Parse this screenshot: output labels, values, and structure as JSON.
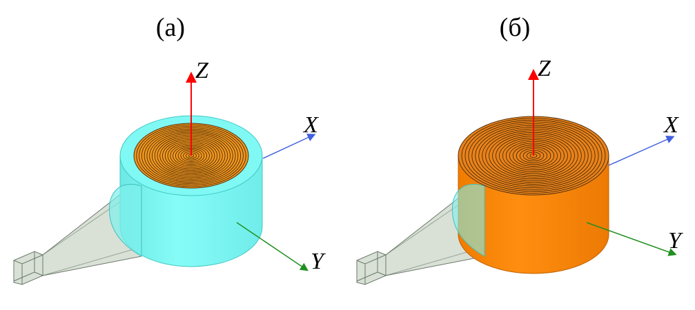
{
  "panels": [
    {
      "label": "(а)",
      "variant": "transparent-shell",
      "shell_color": "#80f8f4",
      "disk_color": "#f0961e"
    },
    {
      "label": "(б)",
      "variant": "solid",
      "shell_color": "#ff8c10",
      "disk_color": "#e8821a"
    }
  ],
  "axes": {
    "z": "Z",
    "x": "X",
    "y": "Y"
  },
  "colors": {
    "z_axis": "#ff0000",
    "x_axis": "#4060e0",
    "y_axis": "#209020",
    "horn": "#d2dcd0"
  }
}
